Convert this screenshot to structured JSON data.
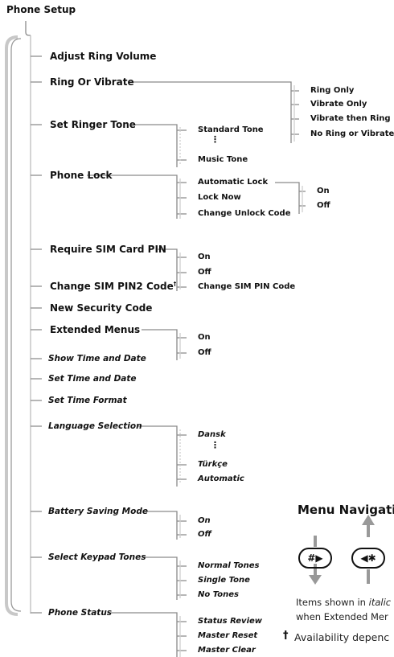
{
  "title": "Phone Setup",
  "main_menu": [
    {
      "label": "Adjust Ring Volume"
    },
    {
      "label": "Ring Or Vibrate",
      "options": [
        "Ring Only",
        "Vibrate Only",
        "Vibrate then Ring",
        "No Ring or Vibrate"
      ]
    },
    {
      "label": "Set Ringer Tone",
      "options": [
        "Standard Tone",
        "Music Tone"
      ]
    },
    {
      "label": "Phone Lock",
      "options": [
        "Automatic Lock",
        "Lock Now",
        "Change Unlock Code"
      ],
      "automatic_lock_options": [
        "On",
        "Off"
      ]
    },
    {
      "label": "Require SIM Card PIN",
      "options": [
        "On",
        "Off",
        "Change SIM PIN Code"
      ]
    },
    {
      "label": "Change SIM PIN2 Code",
      "footnote_mark": "†"
    },
    {
      "label": "New Security Code"
    },
    {
      "label": "Extended Menus",
      "options": [
        "On",
        "Off"
      ]
    },
    {
      "label": "Show Time and Date"
    },
    {
      "label": "Set Time and Date"
    },
    {
      "label": "Set Time Format"
    },
    {
      "label": "Language Selection",
      "options": [
        "Dansk",
        "Türkçe",
        "Automatic"
      ]
    },
    {
      "label": "Battery Saving Mode",
      "options": [
        "On",
        "Off"
      ]
    },
    {
      "label": "Select Keypad Tones",
      "options": [
        "Normal Tones",
        "Single Tone",
        "No Tones"
      ]
    },
    {
      "label": "Phone Status",
      "options": [
        "Status Review",
        "Master Reset",
        "Master Clear"
      ]
    }
  ],
  "navigation": {
    "title": "Menu Navigati",
    "down_key": "#▶",
    "up_key": "◀✱",
    "note_italic_prefix": "Items shown in ",
    "note_italic_word": "italic",
    "note_line2": "when Extended Mer",
    "footnote_mark": "†",
    "footnote_text": "Availability depenc"
  },
  "colors": {
    "ink": "#111111",
    "connector": "#8a8a8a",
    "outer_bracket": "#9a9a9a"
  }
}
